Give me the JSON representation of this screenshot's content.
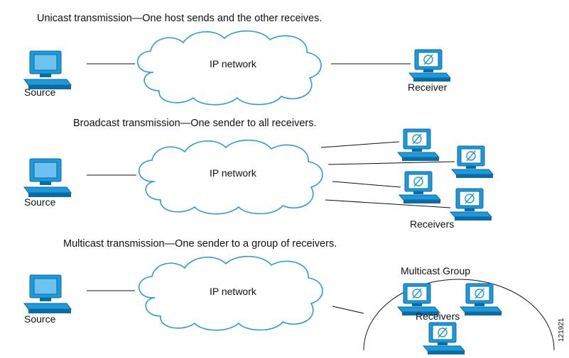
{
  "colors": {
    "device": "#1e9ad8",
    "device_dark": "#0b6aa8",
    "cloud_stroke": "#2f9bd6",
    "line": "#111111"
  },
  "unicast": {
    "caption": "Unicast transmission—One host sends and the other receives.",
    "network_label": "IP network",
    "source_label": "Source",
    "receiver_label": "Receiver"
  },
  "broadcast": {
    "caption": "Broadcast transmission—One sender to all receivers.",
    "network_label": "IP network",
    "source_label": "Source",
    "receivers_label": "Receivers"
  },
  "multicast": {
    "caption": "Multicast transmission—One sender to a group of receivers.",
    "network_label": "IP network",
    "source_label": "Source",
    "group_label": "Multicast Group",
    "receivers_label": "Receivers"
  },
  "figure_id": "121921"
}
